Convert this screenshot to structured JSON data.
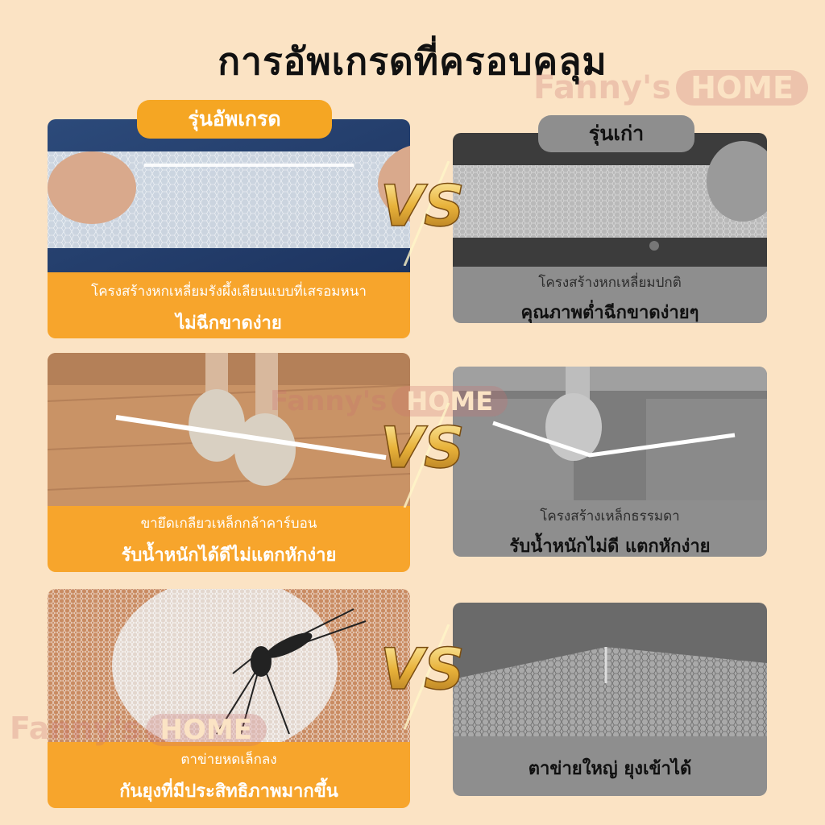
{
  "title": "การอัพเกรดที่ครอบคลุม",
  "watermark": {
    "brand": "Fanny's",
    "badge": "HOME"
  },
  "tags": {
    "upgraded": "รุ่นอัพเกรด",
    "old": "รุ่นเก่า"
  },
  "vs_label": "VS",
  "rows": [
    {
      "new": {
        "line1": "โครงสร้างหกเหลี่ยมรังผึ้งเลียนแบบที่เสรอมหนา",
        "line2": "ไม่ฉีกขาดง่าย"
      },
      "old": {
        "line1": "โครงสร้างหกเหลี่ยมปกติ",
        "line2": "คุณภาพต่ำฉีกขาดง่ายๆ"
      }
    },
    {
      "new": {
        "line1": "ขายึดเกลียวเหล็กกล้าคาร์บอน",
        "line2": "รับน้ำหนักได้ดีไม่แตกหักง่าย"
      },
      "old": {
        "line1": "โครงสร้างเหล็กธรรมดา",
        "line2": "รับน้ำหนักไม่ดี แตกหักง่าย"
      }
    },
    {
      "new": {
        "line1": "ตาข่ายหดเล็กลง",
        "line2": "กันยุงที่มีประสิทธิภาพมากขึ้น"
      },
      "old": {
        "line1": "",
        "line2": "ตาข่ายใหญ่ ยุงเข้าได้"
      }
    }
  ],
  "colors": {
    "background": "#fbe3c4",
    "accent": "#f5a623",
    "old_gray": "#8e8e8e",
    "vs_gold": "#e8b23a"
  },
  "icons": [
    "vs-emblem",
    "mosquito-icon",
    "slippers-icon"
  ]
}
